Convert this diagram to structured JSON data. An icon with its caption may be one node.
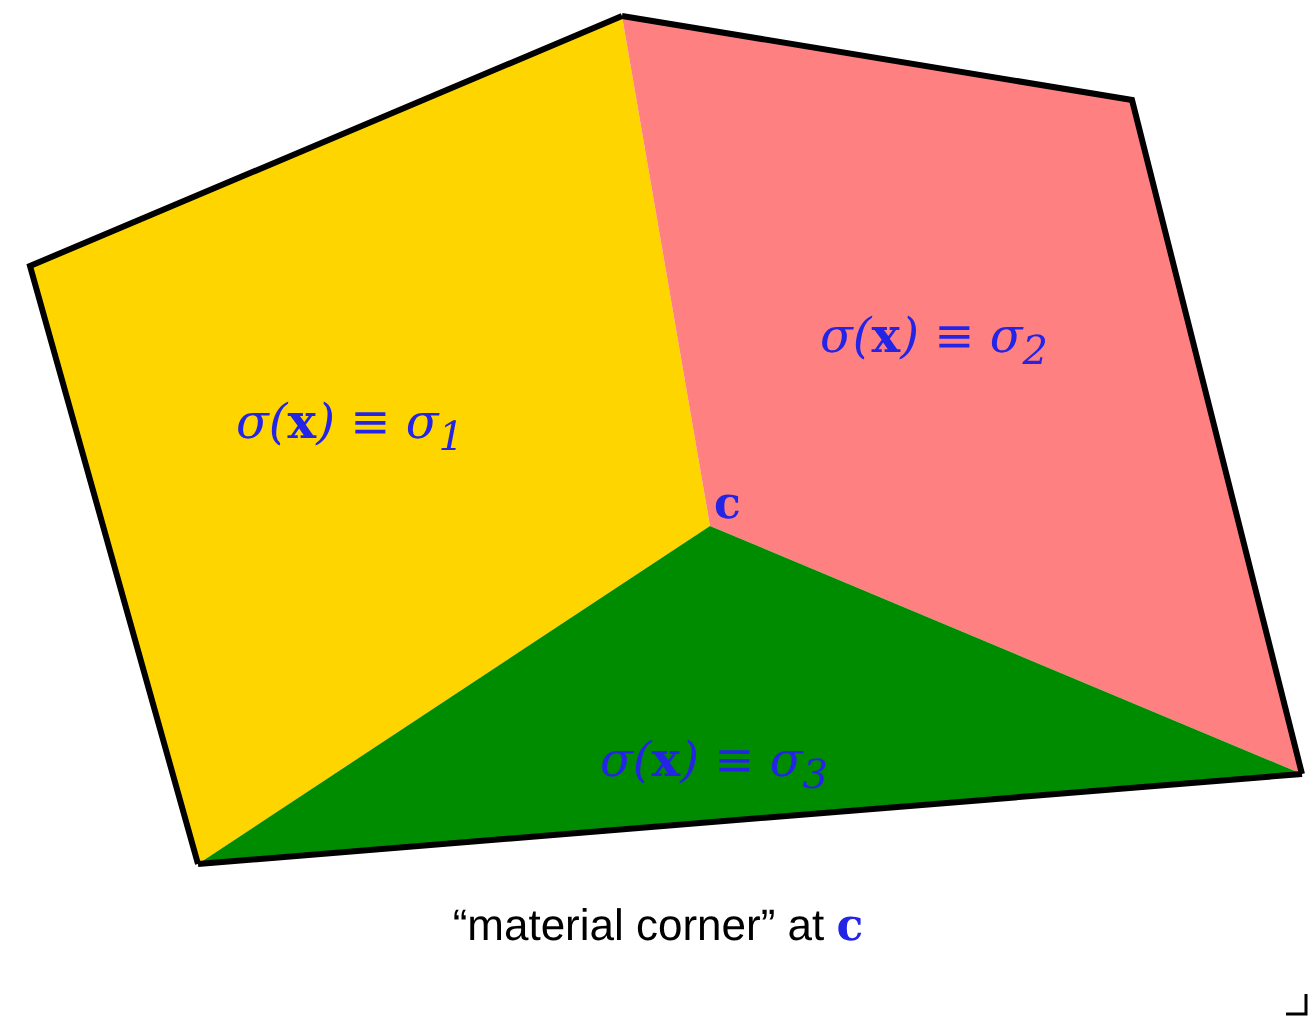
{
  "diagram": {
    "caption": "“material corner” at **c**",
    "nodes": [
      {
        "text": [
          "σ(**x**) ≡ σ$_{1}$"
        ]
      },
      {
        "text": [
          "σ(**x**) ≡ σ$_{2}$"
        ]
      },
      {
        "text": [
          "σ(**x**) ≡ σ$_{3}$"
        ]
      }
    ],
    "edges": [],
    "labels": [
      "c"
    ]
  }
}
